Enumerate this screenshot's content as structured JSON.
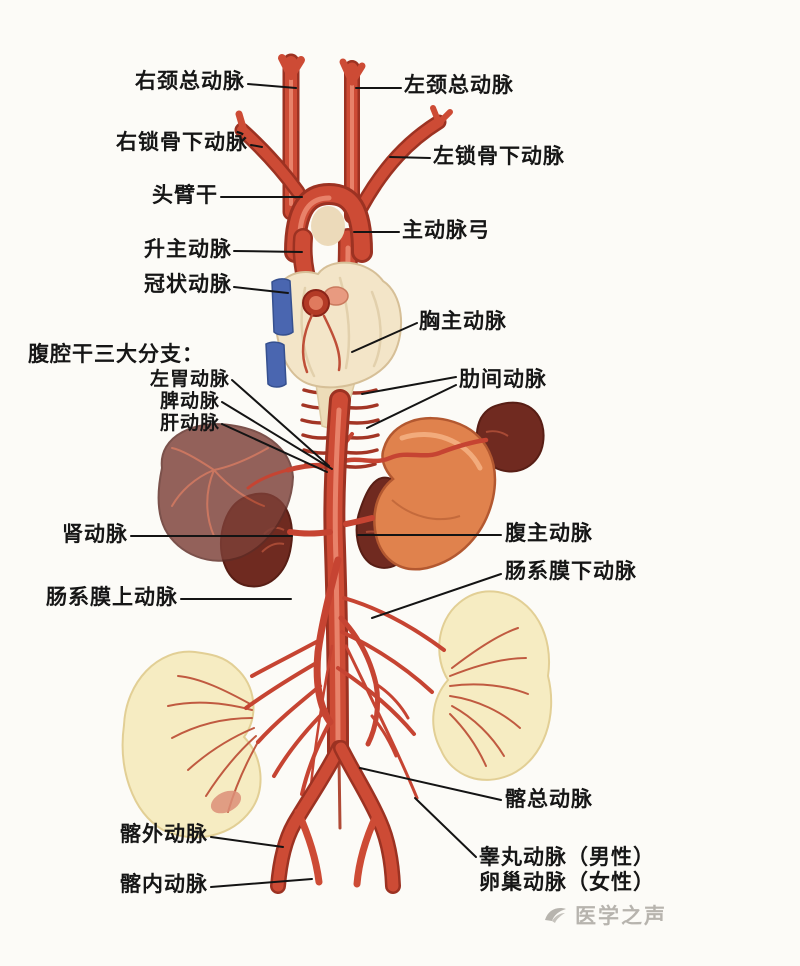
{
  "diagram": {
    "type": "anatomical-diagram",
    "subject": "人体主动脉及其主要分支示意图",
    "colors": {
      "artery": "#cd4b35",
      "artery_dark": "#9c3222",
      "heart": "#f3e5c8",
      "kidney": "#6f2a20",
      "stomach": "#e0824d",
      "liver": "#7d4038",
      "intestine": "#f6ecc2",
      "vein_blue": "#4a66b0"
    },
    "labels": [
      {
        "id": "right-common-carotid",
        "text": "右颈总动脉"
      },
      {
        "id": "left-common-carotid",
        "text": "左颈总动脉"
      },
      {
        "id": "right-subclavian",
        "text": "右锁骨下动脉"
      },
      {
        "id": "left-subclavian",
        "text": "左锁骨下动脉"
      },
      {
        "id": "brachiocephalic-trunk",
        "text": "头臂干"
      },
      {
        "id": "aortic-arch",
        "text": "主动脉弓"
      },
      {
        "id": "ascending-aorta",
        "text": "升主动脉"
      },
      {
        "id": "coronary-artery",
        "text": "冠状动脉"
      },
      {
        "id": "thoracic-aorta",
        "text": "胸主动脉"
      },
      {
        "id": "celiac-trunk-header",
        "text": "腹腔干三大分支："
      },
      {
        "id": "left-gastric-artery",
        "text": "左胃动脉"
      },
      {
        "id": "splenic-artery",
        "text": "脾动脉"
      },
      {
        "id": "hepatic-artery",
        "text": "肝动脉"
      },
      {
        "id": "intercostal-artery",
        "text": "肋间动脉"
      },
      {
        "id": "renal-artery",
        "text": "肾动脉"
      },
      {
        "id": "abdominal-aorta",
        "text": "腹主动脉"
      },
      {
        "id": "inferior-mesenteric-artery",
        "text": "肠系膜下动脉"
      },
      {
        "id": "superior-mesenteric-artery",
        "text": "肠系膜上动脉"
      },
      {
        "id": "common-iliac-artery",
        "text": "髂总动脉"
      },
      {
        "id": "external-iliac-artery",
        "text": "髂外动脉"
      },
      {
        "id": "internal-iliac-artery",
        "text": "髂内动脉"
      },
      {
        "id": "testicular-artery-male",
        "text": "睾丸动脉（男性）"
      },
      {
        "id": "ovarian-artery-female",
        "text": "卵巢动脉（女性）"
      }
    ],
    "watermark": {
      "logo": "wing-icon",
      "text": "医学之声"
    }
  }
}
